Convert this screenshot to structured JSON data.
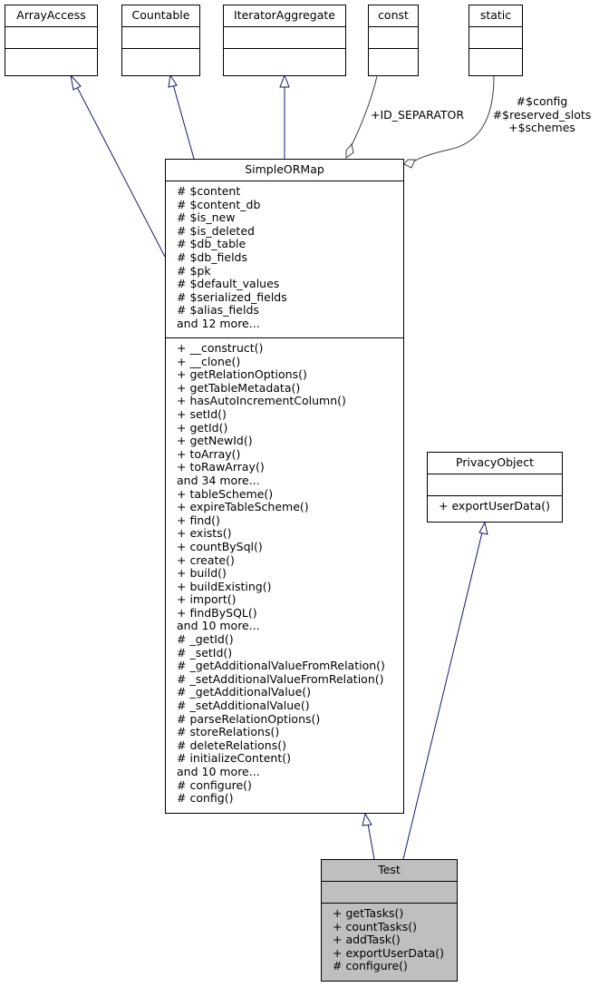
{
  "interfaces": {
    "array_access": "ArrayAccess",
    "countable": "Countable",
    "iterator_aggregate": "IteratorAggregate",
    "const": "const",
    "static": "static"
  },
  "simple_orm_map": {
    "title": "SimpleORMap",
    "attributes": [
      "# $content",
      "# $content_db",
      "# $is_new",
      "# $is_deleted",
      "# $db_table",
      "# $db_fields",
      "# $pk",
      "# $default_values",
      "# $serialized_fields",
      "# $alias_fields",
      "and 12 more..."
    ],
    "methods": [
      "+ __construct()",
      "+ __clone()",
      "+ getRelationOptions()",
      "+ getTableMetadata()",
      "+ hasAutoIncrementColumn()",
      "+ setId()",
      "+ getId()",
      "+ getNewId()",
      "+ toArray()",
      "+ toRawArray()",
      "and 34 more...",
      "+ tableScheme()",
      "+ expireTableScheme()",
      "+ find()",
      "+ exists()",
      "+ countBySql()",
      "+ create()",
      "+ build()",
      "+ buildExisting()",
      "+ import()",
      "+ findBySQL()",
      "and 10 more...",
      "# _getId()",
      "# _setId()",
      "# _getAdditionalValueFromRelation()",
      "# _setAdditionalValueFromRelation()",
      "# _getAdditionalValue()",
      "# _setAdditionalValue()",
      "# parseRelationOptions()",
      "# storeRelations()",
      "# deleteRelations()",
      "# initializeContent()",
      "and 10 more...",
      "# configure()",
      "# config()"
    ]
  },
  "privacy_object": {
    "title": "PrivacyObject",
    "methods": [
      "+ exportUserData()"
    ]
  },
  "test": {
    "title": "Test",
    "methods": [
      "+ getTasks()",
      "+ countTasks()",
      "+ addTask()",
      "+ exportUserData()",
      "# configure()"
    ]
  },
  "edge_labels": {
    "id_separator": "+ID_SEPARATOR",
    "static_lines": [
      "#$config",
      "#$reserved_slots",
      "+$schemes"
    ]
  },
  "colors": {
    "edge": "#191970",
    "highlight_fill": "#bfbfbf"
  }
}
